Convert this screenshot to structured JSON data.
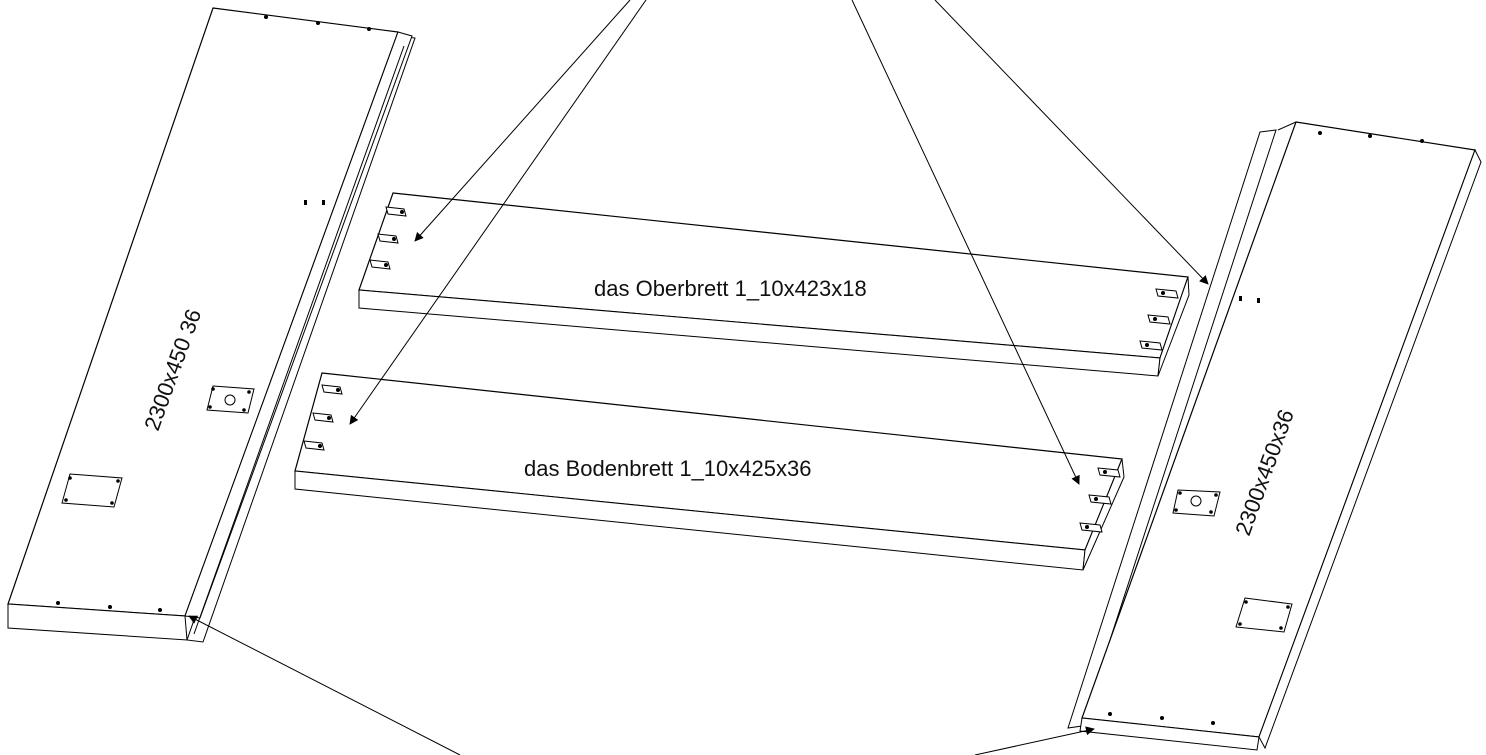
{
  "labels": {
    "top_board": "das Oberbrett 1_10x423x18",
    "bottom_board": "das Bodenbrett 1_10x425x36",
    "left_side_panel": "2300x450  36",
    "right_side_panel": "2300x450x36"
  },
  "colors": {
    "line": "#000000",
    "panel_fill": "#ffffff",
    "background": "#ffffff"
  }
}
